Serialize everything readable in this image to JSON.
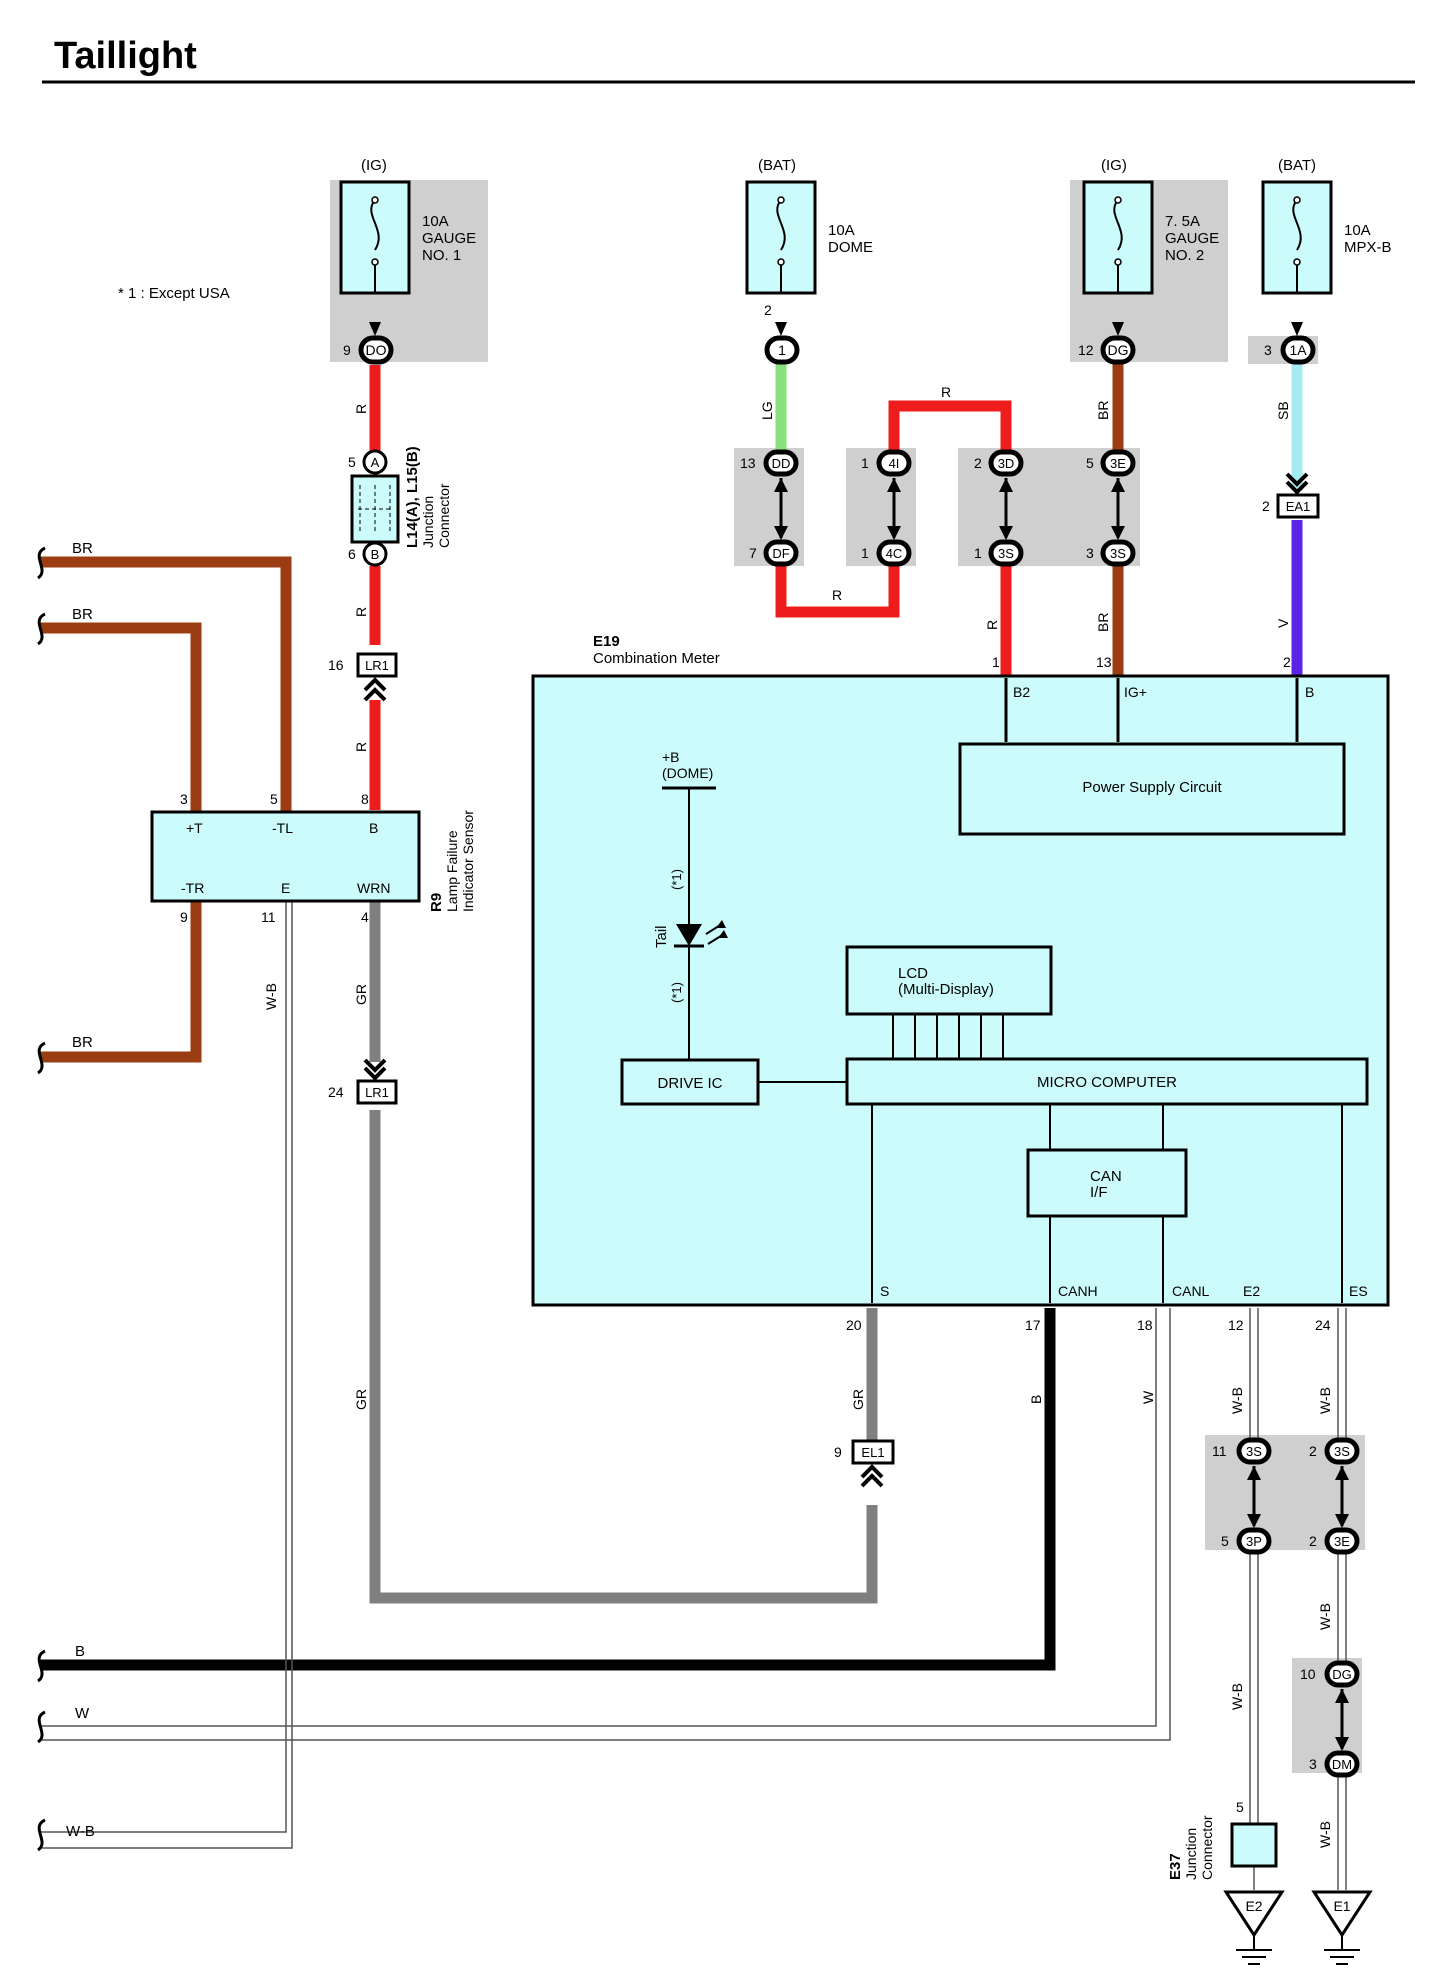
{
  "title": "Taillight",
  "footnote": "* 1 : Except USA",
  "colors": {
    "R": "#ee1c1c",
    "LG": "#88e07e",
    "BR": "#9b3d12",
    "SB": "#a4ecf2",
    "V": "#5a24e6",
    "GR": "#7f7f7f",
    "B": "#000000",
    "meter_fill": "#ccfbfb",
    "connector_bg": "#cfcfcf"
  },
  "fuses": [
    {
      "source": "(IG)",
      "line1": "10A",
      "line2": "GAUGE",
      "line3": "NO. 1",
      "pin": "9",
      "connector": "DO"
    },
    {
      "source": "(BAT)",
      "line1": "10A",
      "line2": "DOME",
      "line3": "",
      "pin": "2",
      "connector": "1"
    },
    {
      "source": "(IG)",
      "line1": "7. 5A",
      "line2": "GAUGE",
      "line3": "NO. 2",
      "pin": "12",
      "connector": "DG"
    },
    {
      "source": "(BAT)",
      "line1": "10A",
      "line2": "MPX-B",
      "line3": "",
      "pin": "3",
      "connector": "1A"
    }
  ],
  "junction_connector": {
    "name": "L14(A), L15(B)",
    "label1": "Junction",
    "label2": "Connector",
    "pin_a": "5",
    "conn_a": "A",
    "pin_b": "6",
    "conn_b": "B"
  },
  "lr1_top": {
    "pin": "16",
    "name": "LR1"
  },
  "lr1_bottom": {
    "pin": "24",
    "name": "LR1"
  },
  "ea1": {
    "pin": "2",
    "name": "EA1"
  },
  "el1": {
    "pin": "9",
    "name": "EL1"
  },
  "pairs": {
    "p1": {
      "pin_top": "13",
      "conn_top": "DD",
      "pin_bot": "7",
      "conn_bot": "DF"
    },
    "p2": {
      "pin_top": "1",
      "conn_top": "4I",
      "pin_bot": "1",
      "conn_bot": "4C"
    },
    "p3": {
      "pin_top": "2",
      "conn_top": "3D",
      "pin_bot": "1",
      "conn_bot": "3S"
    },
    "p4": {
      "pin_top": "5",
      "conn_top": "3E",
      "pin_bot": "3",
      "conn_bot": "3S"
    },
    "p5": {
      "pin_top": "11",
      "conn_top": "3S",
      "pin_bot": "5",
      "conn_bot": "3P"
    },
    "p6": {
      "pin_top": "2",
      "conn_top": "3S",
      "pin_bot": "2",
      "conn_bot": "3E"
    },
    "p7": {
      "pin_top": "10",
      "conn_top": "DG",
      "pin_bot": "3",
      "conn_bot": "DM"
    }
  },
  "wire_labels": {
    "R": "R",
    "LG": "LG",
    "BR": "BR",
    "SB": "SB",
    "V": "V",
    "GR": "GR",
    "B": "B",
    "W": "W",
    "WB": "W-B"
  },
  "sensor": {
    "id": "R9",
    "line1": "Lamp Failure",
    "line2": "Indicator Sensor",
    "pins": [
      {
        "num": "3",
        "name": "+T"
      },
      {
        "num": "5",
        "name": "-TL"
      },
      {
        "num": "8",
        "name": "B"
      },
      {
        "num": "9",
        "name": "-TR"
      },
      {
        "num": "11",
        "name": "E"
      },
      {
        "num": "4",
        "name": "WRN"
      }
    ]
  },
  "meter": {
    "id": "E19",
    "name": "Combination Meter",
    "power_supply": "Power Supply Circuit",
    "dome_line1": "+B",
    "dome_line2": "(DOME)",
    "tail": "Tail",
    "star": "(*1)",
    "lcd_line1": "LCD",
    "lcd_line2": "(Multi-Display)",
    "drive_ic": "DRIVE IC",
    "micro": "MICRO COMPUTER",
    "can_line1": "CAN",
    "can_line2": "I/F",
    "top_pins": [
      {
        "num": "1",
        "name": "B2"
      },
      {
        "num": "13",
        "name": "IG+"
      },
      {
        "num": "2",
        "name": "B"
      }
    ],
    "bottom_pins": [
      {
        "num": "20",
        "name": "S"
      },
      {
        "num": "17",
        "name": "CANH"
      },
      {
        "num": "18",
        "name": "CANL"
      },
      {
        "num": "12",
        "name": "E2"
      },
      {
        "num": "24",
        "name": "ES"
      }
    ]
  },
  "e37": {
    "id": "E37",
    "label1": "Junction",
    "label2": "Connector",
    "pin": "5"
  },
  "grounds": [
    "E2",
    "E1"
  ]
}
